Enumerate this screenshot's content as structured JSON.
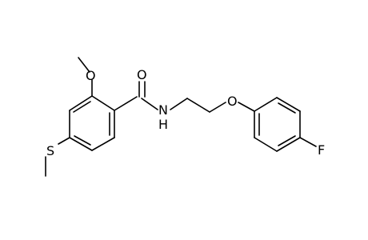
{
  "atom_labels": {
    "methoxy_oxygen": "O",
    "carbonyl_oxygen": "O",
    "amide_nitrogen": "N",
    "amide_hydrogen": "H",
    "ether_oxygen": "O",
    "sulfur": "S",
    "fluorine": "F"
  },
  "colors": {
    "bond": "#000000",
    "label": "#000000",
    "background": "#ffffff"
  }
}
